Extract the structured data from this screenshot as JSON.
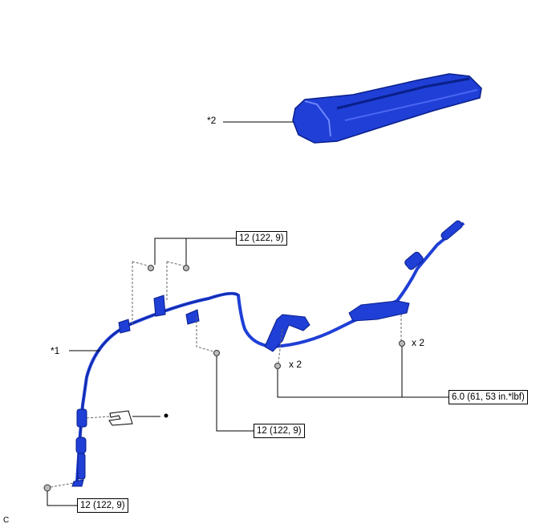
{
  "callouts": {
    "part1": "*1",
    "part2": "*2"
  },
  "torque": {
    "bracket_bolts": "12 (122, 9)",
    "lower_bolt": "12 (122, 9)",
    "end_nut": "12 (122, 9)",
    "floor_nuts": "6.0 (61, 53 in.*lbf)"
  },
  "quantities": {
    "left_nuts": "x 2",
    "right_nuts": "x 2"
  },
  "figure_code": "C",
  "colors": {
    "part_blue": "#1f3fd6",
    "part_dark": "#0a1f8a",
    "line": "#000000"
  }
}
